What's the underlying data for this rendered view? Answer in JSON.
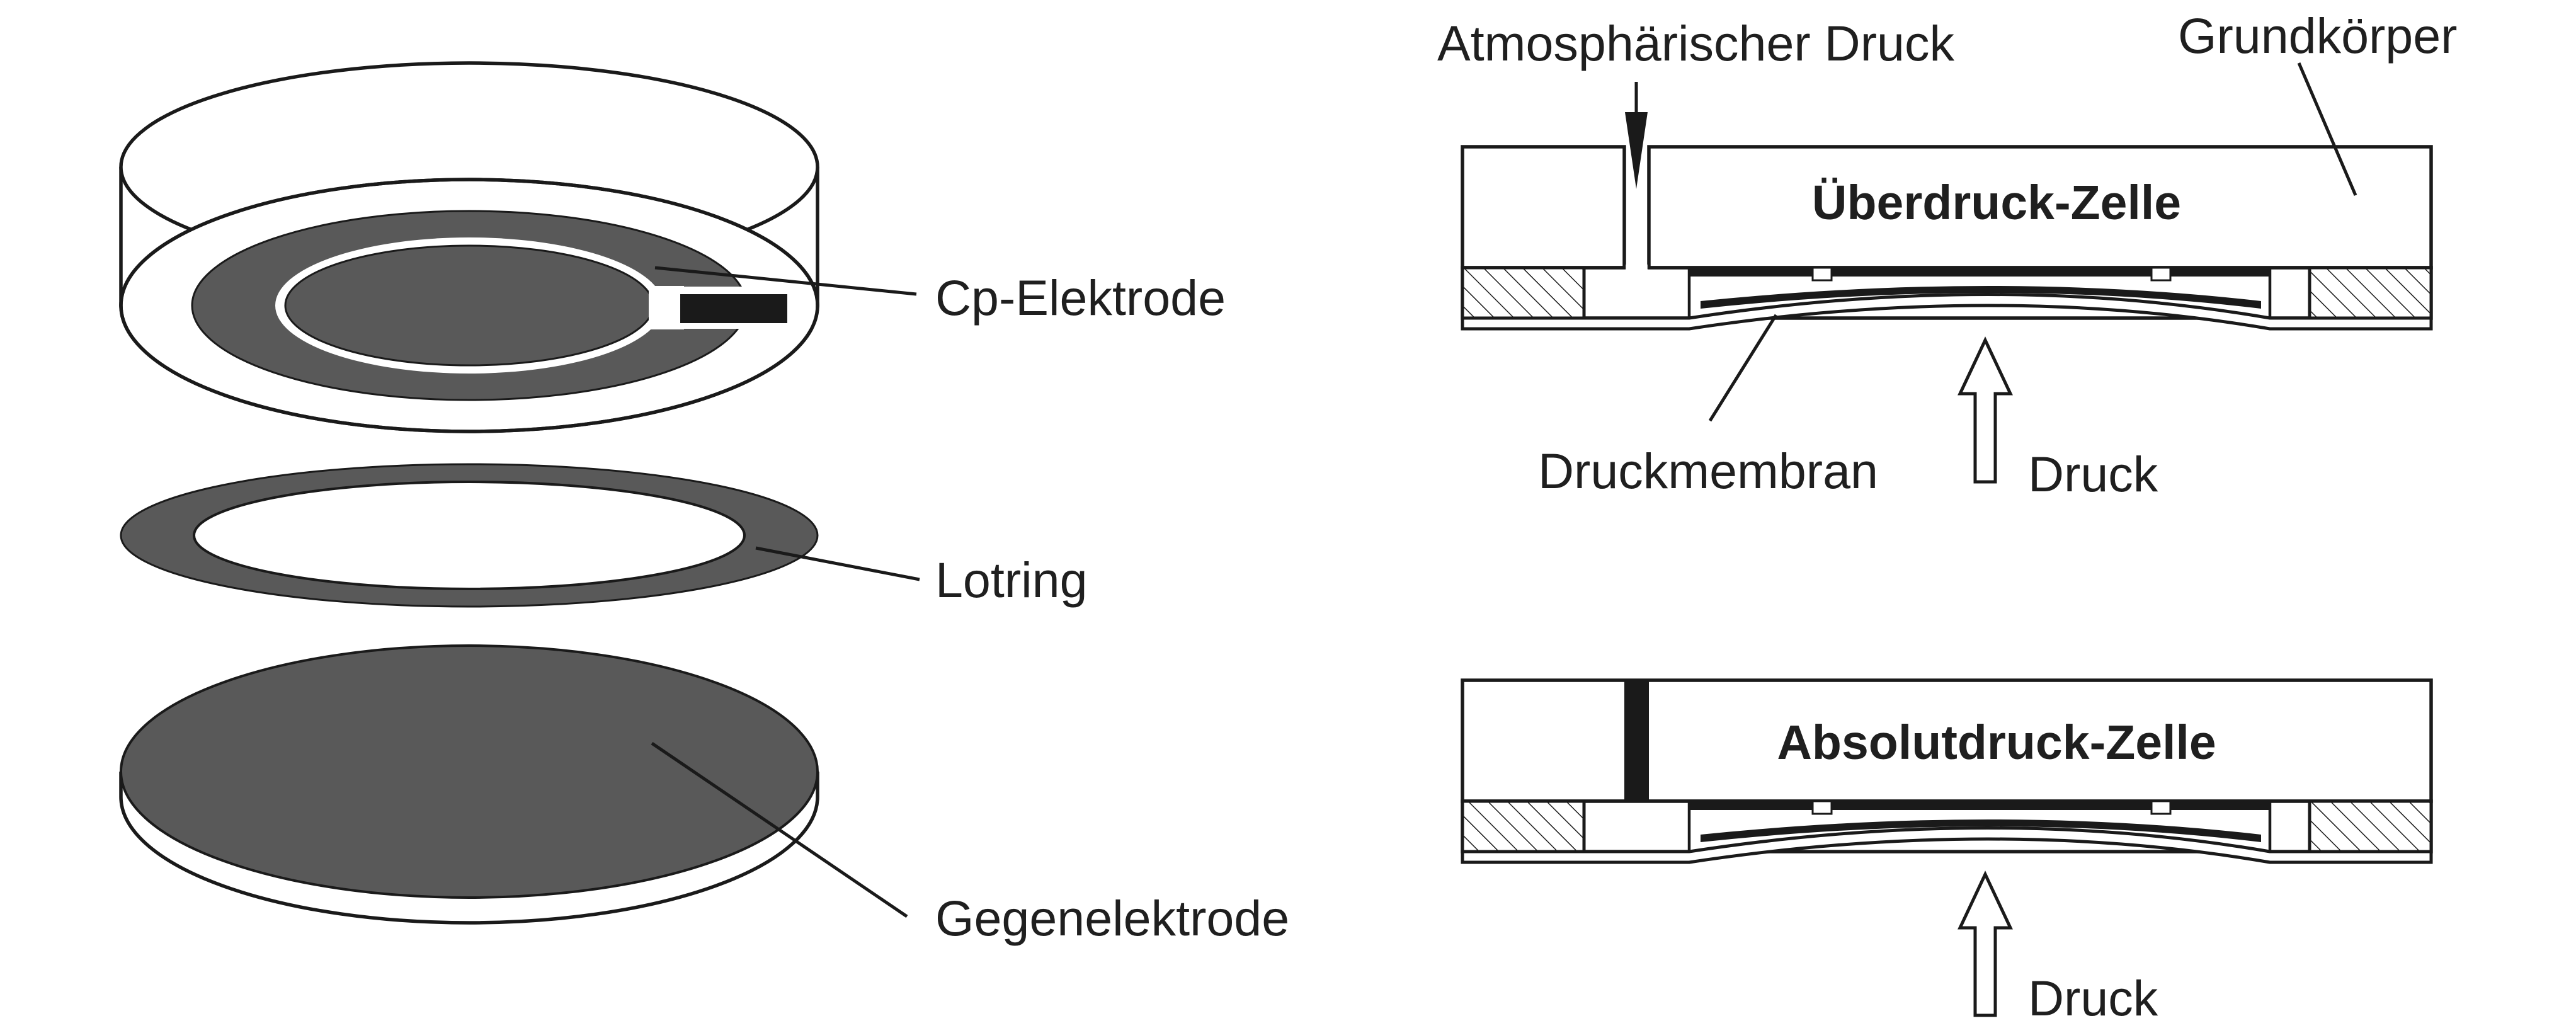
{
  "left_labels": {
    "cp_electrode": "Cp-Elektrode",
    "solder_ring": "Lotring",
    "counter_electrode": "Gegenelektrode"
  },
  "top_cell": {
    "title": "Überdruck-Zelle",
    "atmospheric": "Atmosphärischer Druck",
    "base_body": "Grundkörper",
    "membrane": "Druckmembran",
    "pressure": "Druck"
  },
  "bottom_cell": {
    "title": "Absolutdruck-Zelle",
    "pressure": "Druck"
  },
  "colors": {
    "electrode_fill": "#595959",
    "line": "#1a1a1a",
    "background": "#ffffff"
  }
}
